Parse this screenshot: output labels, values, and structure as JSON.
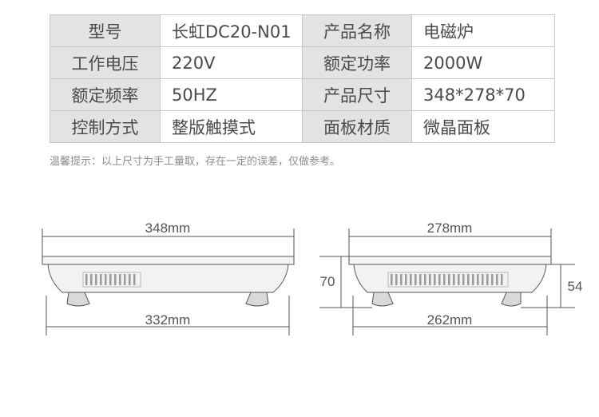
{
  "spec_table": {
    "rows": [
      {
        "label1": "型号",
        "value1": "长虹DC20-N01",
        "label2": "产品名称",
        "value2": "电磁炉"
      },
      {
        "label1": "工作电压",
        "value1": "220V",
        "label2": "额定功率",
        "value2": "2000W"
      },
      {
        "label1": "额定频率",
        "value1": "50HZ",
        "label2": "产品尺寸",
        "value2": "348*278*70"
      },
      {
        "label1": "控制方式",
        "value1": "整版触摸式",
        "label2": "面板材质",
        "value2": "微晶面板"
      }
    ]
  },
  "note": "温馨提示：以上尺寸为手工量取，存在一定的误差，仅做参考。",
  "diagram": {
    "front": {
      "top_width": "348mm",
      "bottom_width": "332mm"
    },
    "side": {
      "top_width": "278mm",
      "bottom_width": "262mm",
      "total_height": "70",
      "body_height": "54"
    }
  },
  "colors": {
    "label_bg": "#e3e3e3",
    "border": "#c9c9c9",
    "text": "#4a4a4a",
    "note": "#8c8c8c",
    "line": "#555555"
  }
}
